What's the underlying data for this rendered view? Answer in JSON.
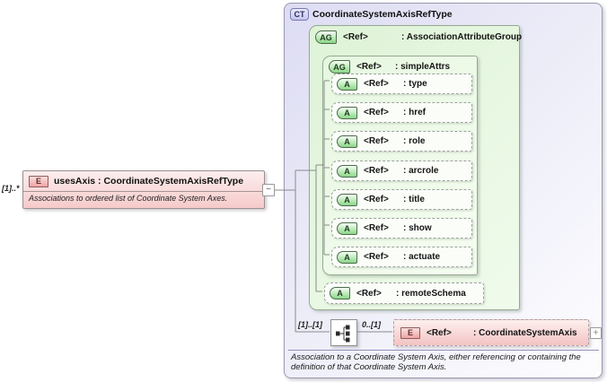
{
  "uses_axis": {
    "multiplicity": "[1]..*",
    "badge": "E",
    "title": "usesAxis : CoordinateSystemAxisRefType",
    "annotation": "Associations to ordered list of Coordinate System Axes."
  },
  "ct": {
    "badge": "CT",
    "title": "CoordinateSystemAxisRefType",
    "annotation": "Association to a Coordinate System Axis, either referencing or containing the definition of that Coordinate System Axis.",
    "attribute_group": {
      "badge": "AG",
      "ref": "<Ref>",
      "name": ": AssociationAttributeGroup",
      "simple_attrs": {
        "badge": "AG",
        "ref": "<Ref>",
        "name": ": simpleAttrs",
        "attributes": [
          {
            "badge": "A",
            "ref": "<Ref>",
            "name": ": type"
          },
          {
            "badge": "A",
            "ref": "<Ref>",
            "name": ": href"
          },
          {
            "badge": "A",
            "ref": "<Ref>",
            "name": ": role"
          },
          {
            "badge": "A",
            "ref": "<Ref>",
            "name": ": arcrole"
          },
          {
            "badge": "A",
            "ref": "<Ref>",
            "name": ": title"
          },
          {
            "badge": "A",
            "ref": "<Ref>",
            "name": ": show"
          },
          {
            "badge": "A",
            "ref": "<Ref>",
            "name": ": actuate"
          }
        ]
      },
      "remote_schema": {
        "badge": "A",
        "ref": "<Ref>",
        "name": ": remoteSchema"
      }
    },
    "sequence": {
      "multiplicity": "[1]..[1]",
      "element_multiplicity": "0..[1]",
      "element": {
        "badge": "E",
        "ref": "<Ref>",
        "name": ": CoordinateSystemAxis"
      }
    }
  },
  "icons": {
    "collapse": "−",
    "expand": "+"
  }
}
